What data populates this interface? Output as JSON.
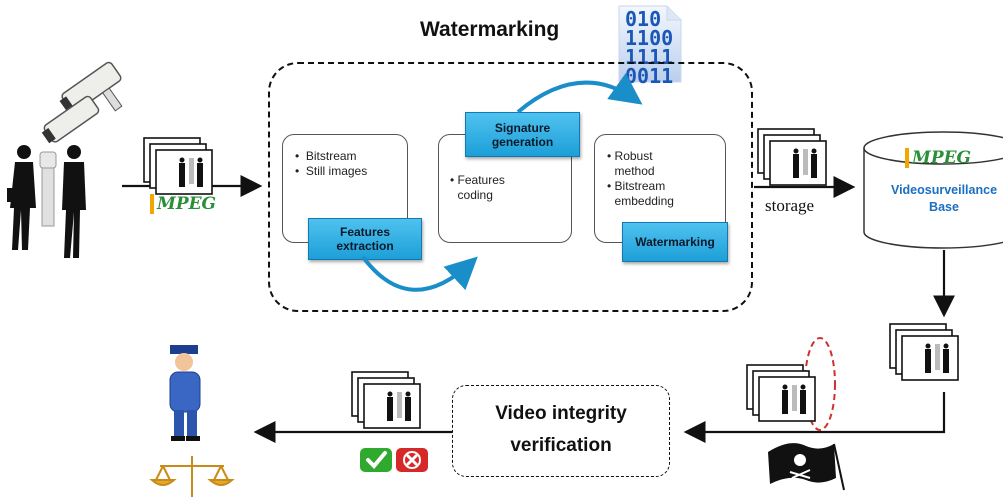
{
  "title": "Watermarking",
  "binary_icon": [
    "010",
    "1100",
    "1111",
    "0011"
  ],
  "input_codec_logo": "MPEG",
  "stages": [
    {
      "button": "Features extraction",
      "bullets": [
        "Bitstream",
        "Still images"
      ]
    },
    {
      "button": "Signature generation",
      "bullets": [
        "Features coding"
      ]
    },
    {
      "button": "Watermarking",
      "bullets": [
        "Robust method",
        "Bitstream embedding"
      ]
    }
  ],
  "storage_label": "storage",
  "database": {
    "logo": "MPEG",
    "label_line1": "Videosurveillance",
    "label_line2": "Base"
  },
  "verification": {
    "line1": "Video integrity",
    "line2": "verification"
  },
  "colors": {
    "accent_blue": "#1d9fd8",
    "db_text": "#1a6fc2",
    "ok_green": "#2faa2f",
    "fail_red": "#d62828",
    "tamper_dash": "#d03030"
  }
}
